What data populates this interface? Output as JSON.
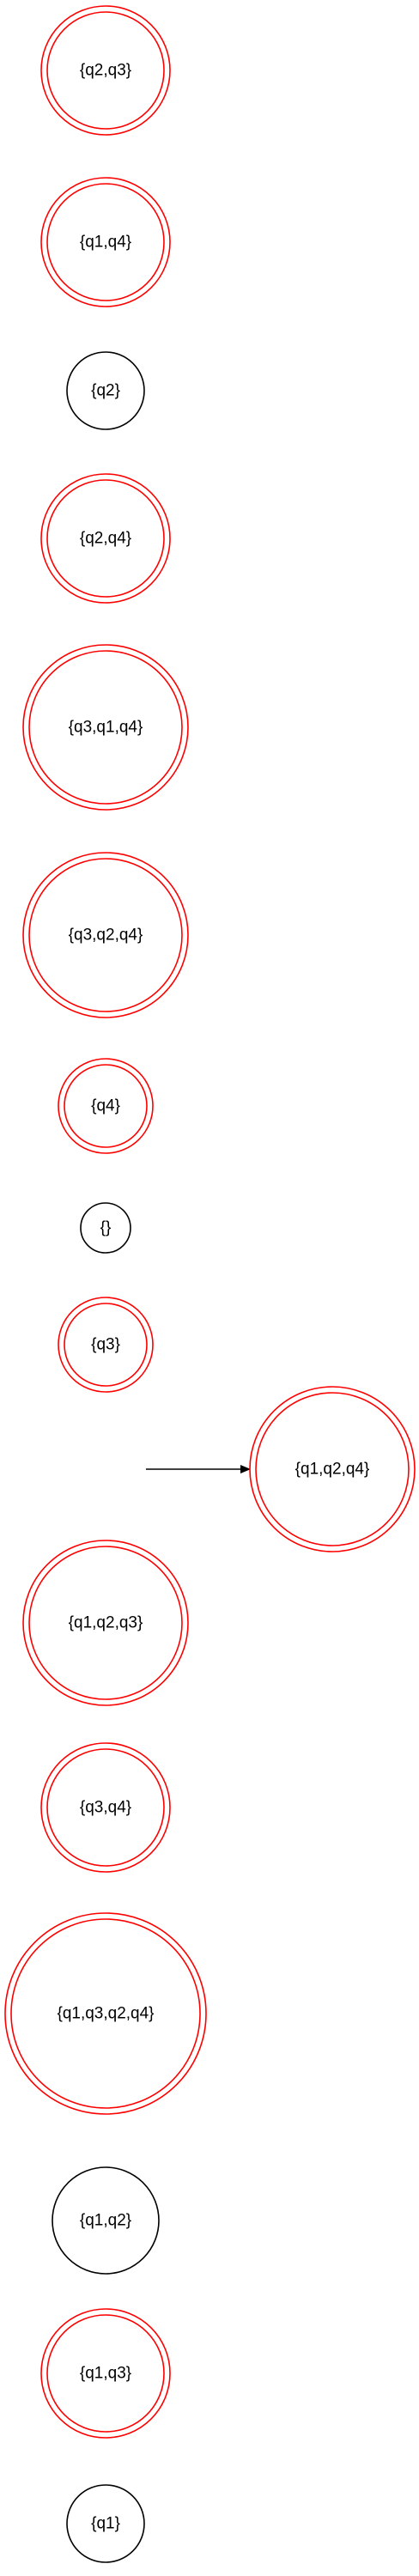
{
  "colors": {
    "accepting_stroke": "#ff0000",
    "normal_stroke": "#000000",
    "edge": "#000000",
    "background": "#ffffff"
  },
  "states": [
    {
      "id": "s_q2q3",
      "label": "{q2,q3}",
      "accepting": true,
      "start": false
    },
    {
      "id": "s_q1q4",
      "label": "{q1,q4}",
      "accepting": true,
      "start": false
    },
    {
      "id": "s_q2",
      "label": "{q2}",
      "accepting": false,
      "start": false
    },
    {
      "id": "s_q2q4",
      "label": "{q2,q4}",
      "accepting": true,
      "start": false
    },
    {
      "id": "s_q3q1q4",
      "label": "{q3,q1,q4}",
      "accepting": true,
      "start": false
    },
    {
      "id": "s_q3q2q4",
      "label": "{q3,q2,q4}",
      "accepting": true,
      "start": false
    },
    {
      "id": "s_q4",
      "label": "{q4}",
      "accepting": true,
      "start": false
    },
    {
      "id": "s_empty",
      "label": "{}",
      "accepting": false,
      "start": false
    },
    {
      "id": "s_q3",
      "label": "{q3}",
      "accepting": true,
      "start": false
    },
    {
      "id": "s_q1q2q4",
      "label": "{q1,q2,q4}",
      "accepting": true,
      "start": true
    },
    {
      "id": "s_q1q2q3",
      "label": "{q1,q2,q3}",
      "accepting": true,
      "start": false
    },
    {
      "id": "s_q3q4",
      "label": "{q3,q4}",
      "accepting": true,
      "start": false
    },
    {
      "id": "s_q1q3q2q4",
      "label": "{q1,q3,q2,q4}",
      "accepting": true,
      "start": false
    },
    {
      "id": "s_q1q2",
      "label": "{q1,q2}",
      "accepting": false,
      "start": false
    },
    {
      "id": "s_q1q3",
      "label": "{q1,q3}",
      "accepting": true,
      "start": false
    },
    {
      "id": "s_q1",
      "label": "{q1}",
      "accepting": false,
      "start": false
    }
  ]
}
